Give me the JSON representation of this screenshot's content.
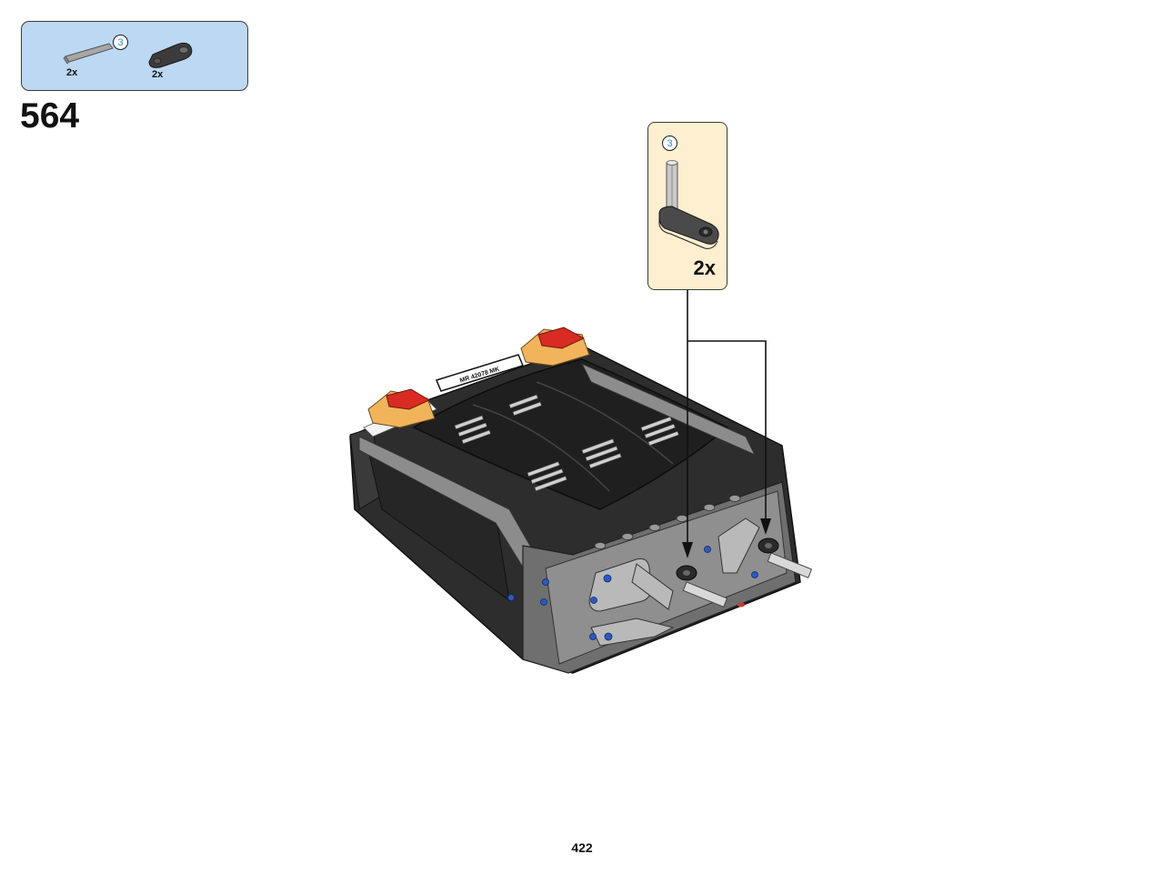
{
  "parts_list": {
    "items": [
      {
        "icon": "gray-axle-part",
        "quantity": "2x",
        "badge": "3"
      },
      {
        "icon": "dark-gray-axle-connector-part",
        "quantity": "2x"
      }
    ]
  },
  "step": {
    "number": "564"
  },
  "callout": {
    "badge": "3",
    "quantity": "2x",
    "icon": "axle-in-connector-subassembly"
  },
  "model": {
    "plate_text": "MR 42078 MK"
  },
  "page": {
    "number": "422"
  },
  "colors": {
    "parts_box_bg": "#bcd8f2",
    "callout_bg": "#fdefcf",
    "badge_text": "#2a8fc9"
  }
}
